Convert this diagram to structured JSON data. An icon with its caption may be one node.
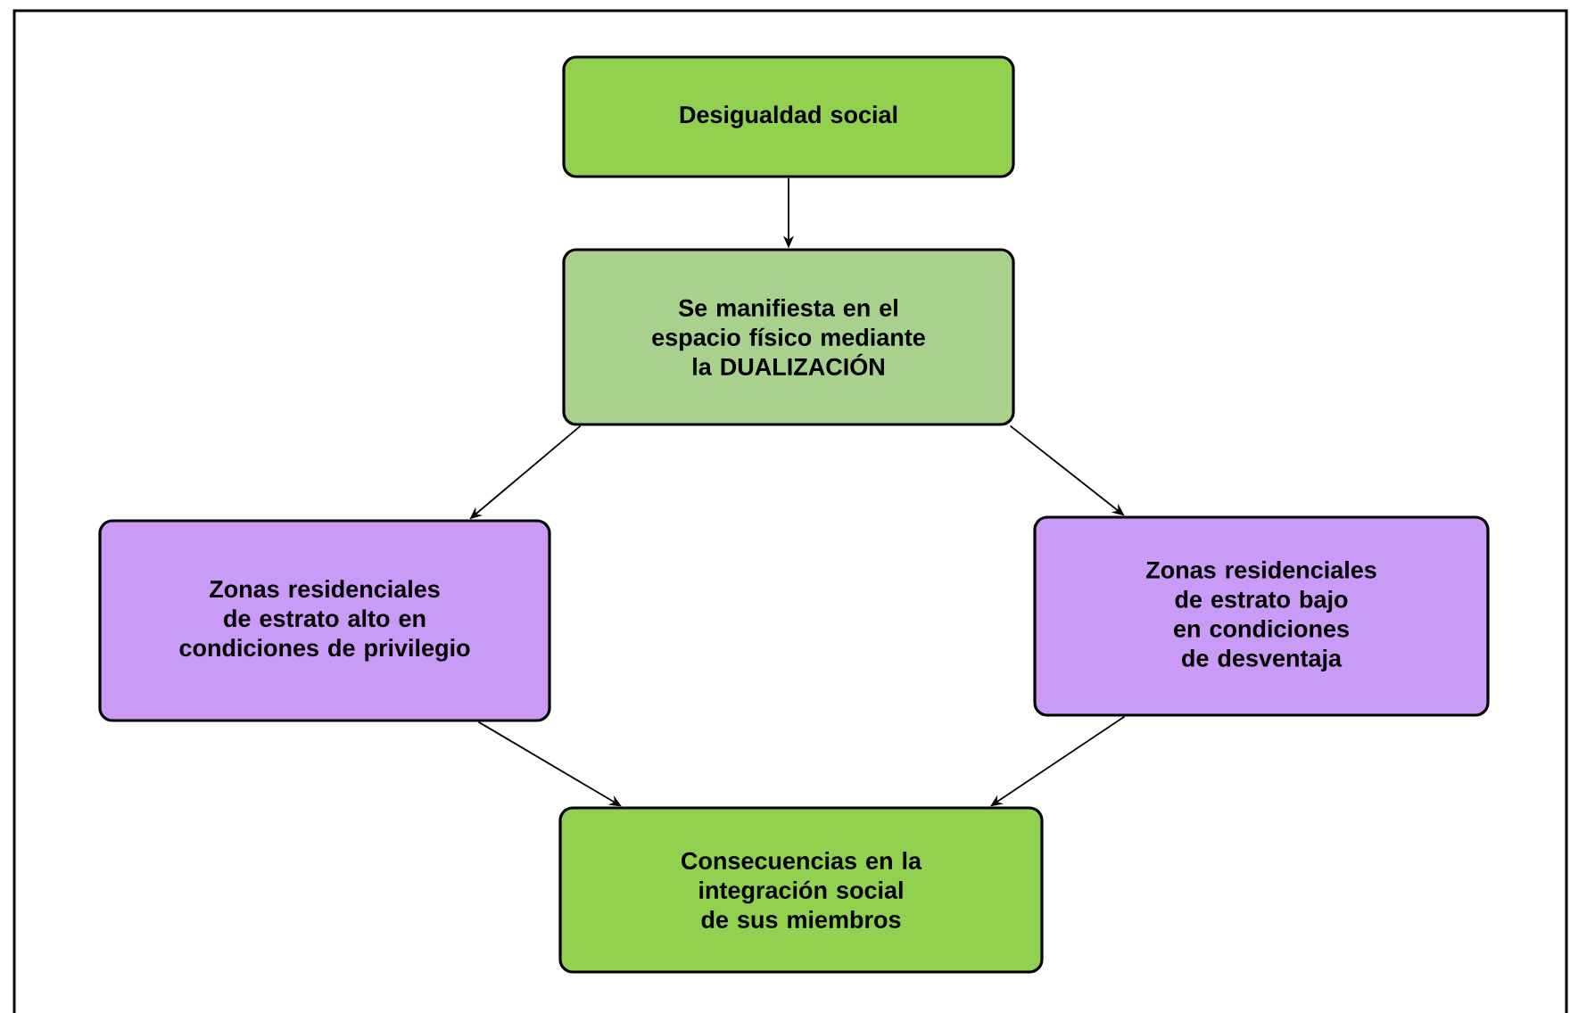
{
  "diagram": {
    "nodes": [
      {
        "text": [
          "Desigualdad social"
        ]
      },
      {
        "text": [
          "Se manifiesta en el espacio físico mediante la DUALIZACIÓN"
        ]
      },
      {
        "text": [
          "Zonas residenciales de estrato alto en condiciones de privilegio"
        ]
      },
      {
        "text": [
          "Zonas residenciales de estrato bajo en condiciones de desventaja"
        ]
      },
      {
        "text": [
          "Consecuencias en la integración social de sus miembros"
        ]
      }
    ],
    "edges": [
      {
        "from": 0,
        "to": 1,
        "arrow": "to"
      },
      {
        "from": 1,
        "to": 2,
        "arrow": "to"
      },
      {
        "from": 1,
        "to": 3,
        "arrow": "to"
      },
      {
        "from": 2,
        "to": 4,
        "arrow": "to"
      },
      {
        "from": 3,
        "to": 4,
        "arrow": "to"
      }
    ]
  }
}
